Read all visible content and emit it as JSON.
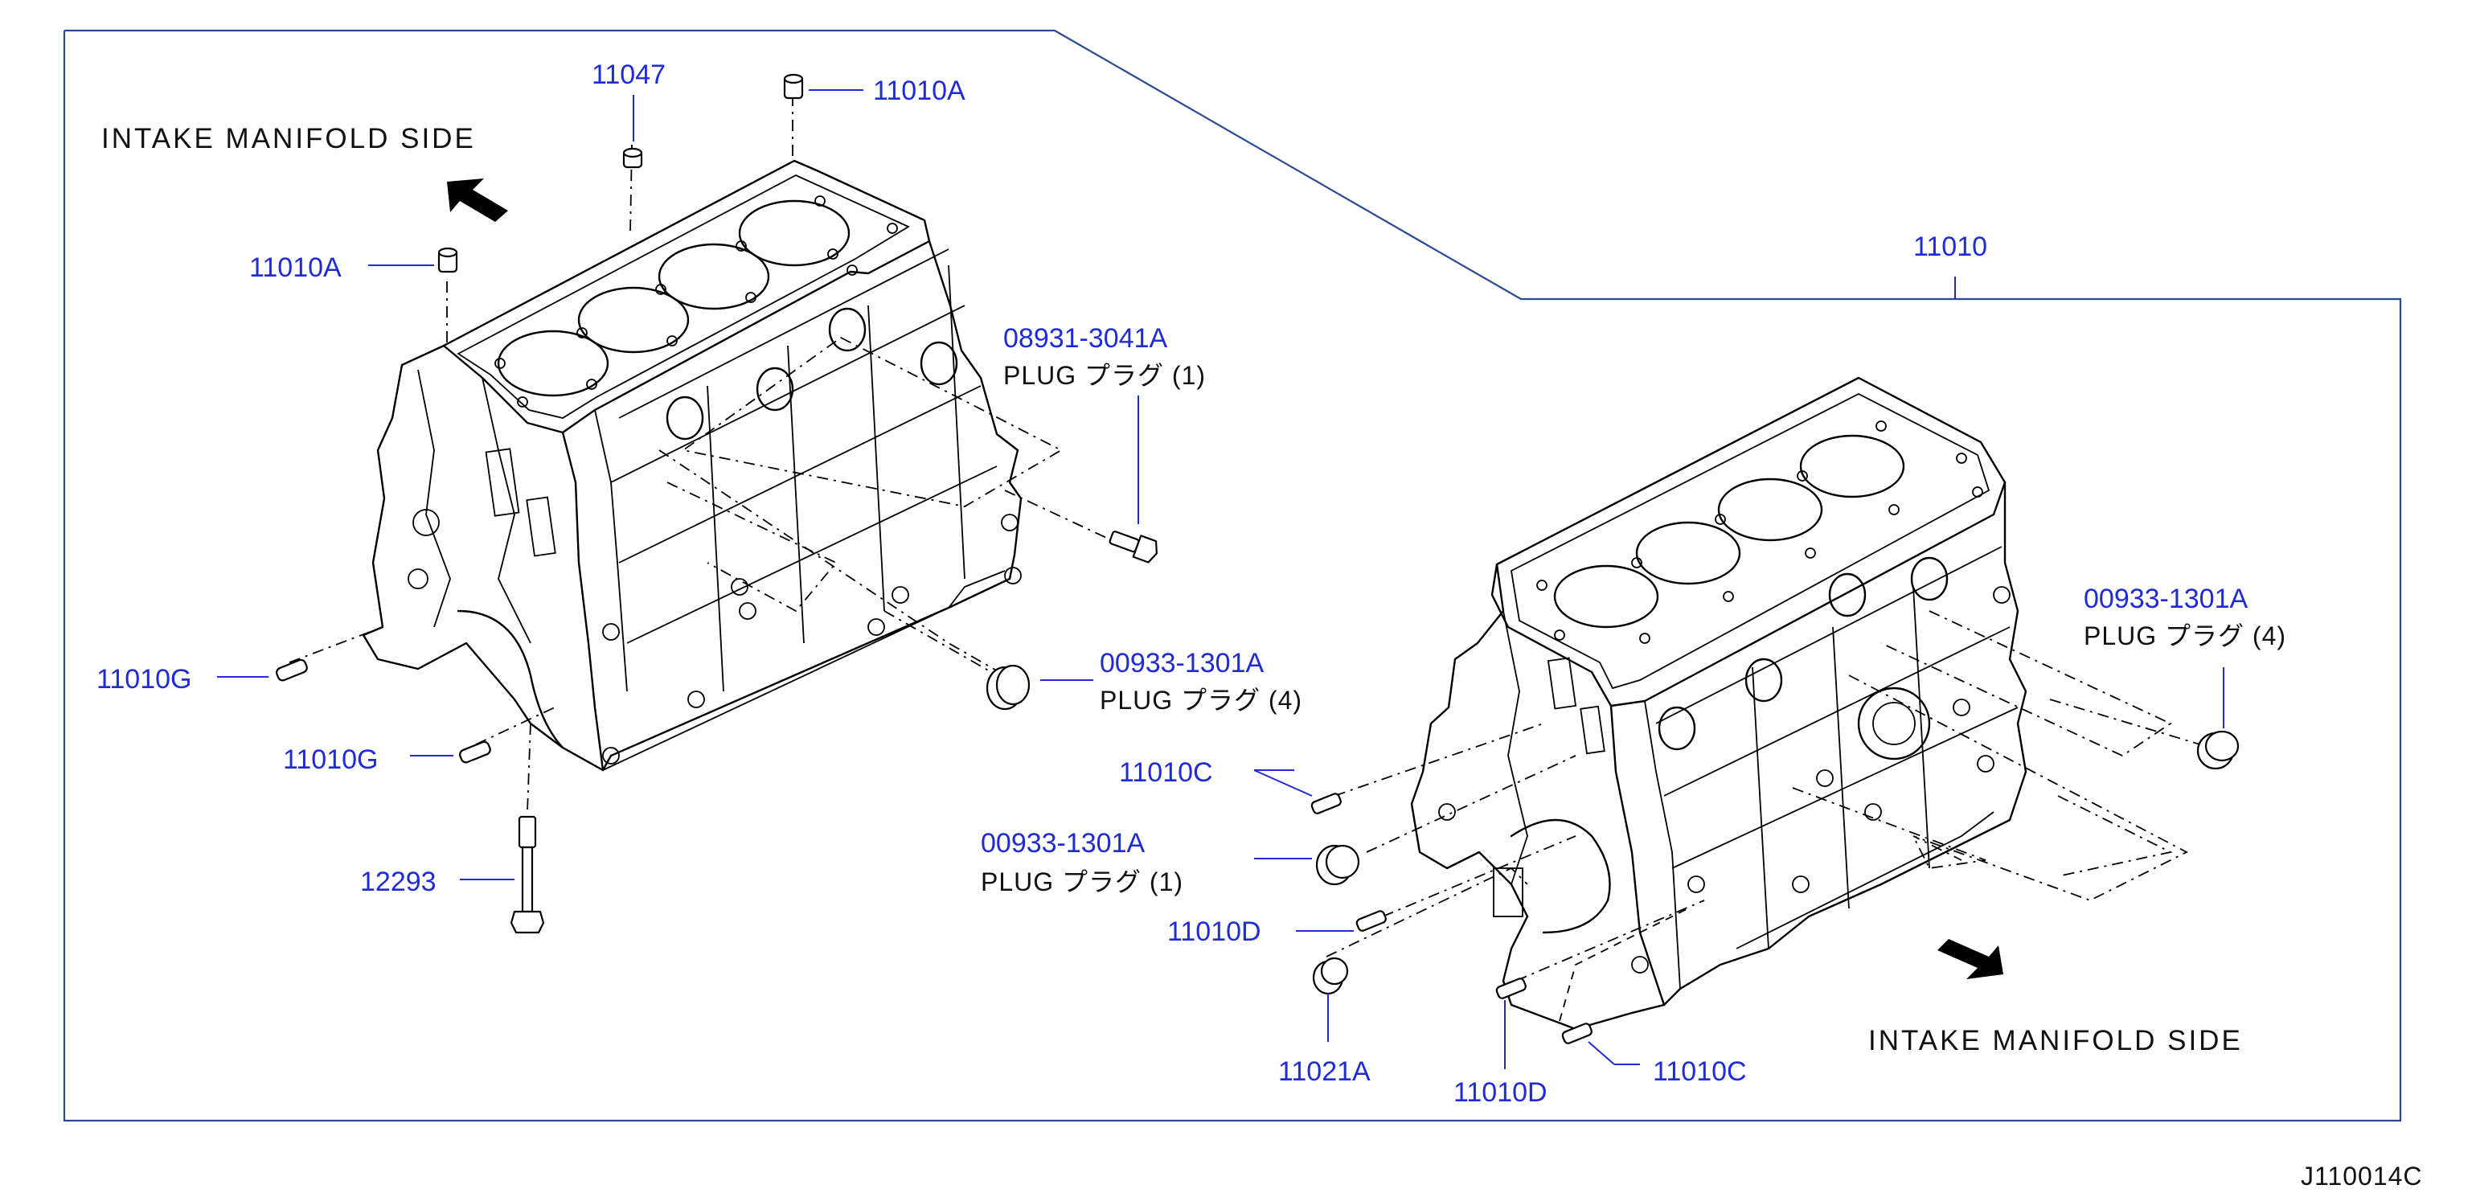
{
  "labels": {
    "intake_left": "INTAKE  MANIFOLD  SIDE",
    "intake_right": "INTAKE  MANIFOLD  SIDE",
    "p_11047": "11047",
    "p_11010A_top": "11010A",
    "p_11010A_left": "11010A",
    "p_11010": "11010",
    "p_08931": "08931-3041A",
    "p_08931_desc": "PLUG   プラグ (1)",
    "p_00933_mid": "00933-1301A",
    "p_00933_mid_desc": "PLUG   プラグ (4)",
    "p_00933_right": "00933-1301A",
    "p_00933_right_desc": "PLUG   プラグ (4)",
    "p_00933_low": "00933-1301A",
    "p_00933_low_desc": "PLUG   プラグ (1)",
    "p_11010G_1": "11010G",
    "p_11010G_2": "11010G",
    "p_12293": "12293",
    "p_11010C_1": "11010C",
    "p_11010D_1": "11010D",
    "p_11021A": "11021A",
    "p_11010D_2": "11010D",
    "p_11010C_2": "11010C",
    "diagram_id": "J110014C"
  }
}
